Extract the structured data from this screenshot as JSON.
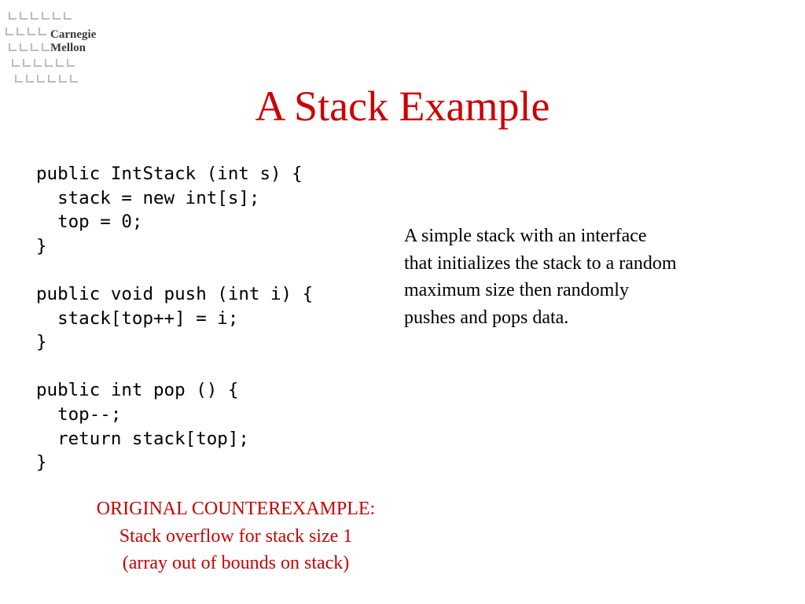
{
  "logo": {
    "icon": "carnegie-mellon-grid-logo",
    "line1": "Carnegie",
    "line2": "Mellon"
  },
  "slide": {
    "title": "A Stack Example",
    "code_lines": [
      "public IntStack (int s) {",
      "  stack = new int[s];",
      "  top = 0;",
      "}",
      "",
      "public void push (int i) {",
      "  stack[top++] = i;",
      "}",
      "",
      "public int pop () {",
      "  top--;",
      "  return stack[top];",
      "}"
    ],
    "description_lines": [
      "A simple stack with an interface",
      "that initializes the stack to a random",
      "maximum size then randomly",
      "pushes and pops data."
    ],
    "counterexample_lines": [
      "ORIGINAL COUNTEREXAMPLE:",
      "Stack overflow for stack size 1",
      "(array out of bounds on stack)"
    ]
  },
  "colors": {
    "title": "#cc0000",
    "counterexample": "#cc0000",
    "body_text": "#000000",
    "background": "#ffffff"
  }
}
